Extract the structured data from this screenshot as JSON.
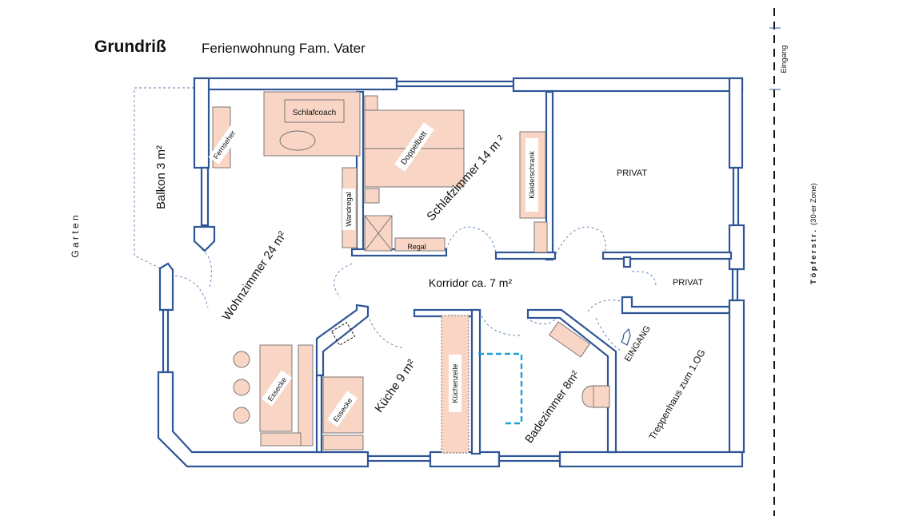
{
  "header": {
    "title": "Grundriß",
    "subtitle": "Ferienwohnung Fam. Vater"
  },
  "side": {
    "garden": "G a r t e n",
    "street_bold": "T ö p f e r s t r .",
    "street_note": "(30-er Zone)",
    "entrance_top": "Eingang"
  },
  "rooms": {
    "balcony": "Balkon  3 m²",
    "living": "Wohnzimmer 24 m²",
    "bedroom": "Schlafzimmer  14 m ²",
    "private_1": "PRIVAT",
    "private_2": "PRIVAT",
    "corridor": "Korridor ca. 7 m²",
    "kitchen": "Küche  9 m²",
    "bathroom": "Badezimmer 8m²",
    "entrance": "EINGANG",
    "stairs": "Treppenhaus zum 1.OG"
  },
  "furniture": {
    "sofa": "Schlafcoach",
    "tv": "Fernseher",
    "bed": "Doppelbett",
    "wardrobe": "Kleiderschrank",
    "wall_shelf": "Wandregal",
    "shelf": "Regal",
    "dining_1": "Essecke",
    "dining_2": "Essecke",
    "kitchenette": "Küchenzeile"
  },
  "colors": {
    "wall": "#2f5597",
    "furniture": "#f8d5c4",
    "accent_dash": "#1ba1d6"
  }
}
